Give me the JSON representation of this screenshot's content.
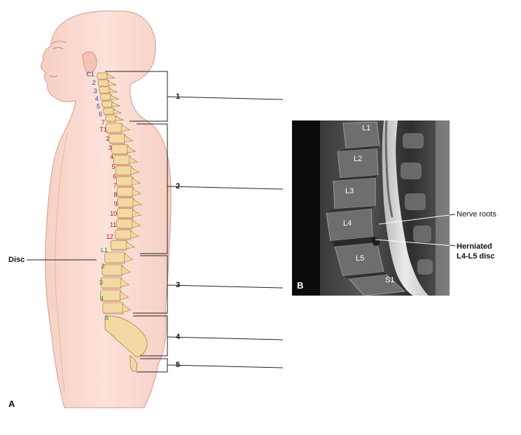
{
  "panel_a": {
    "panel_letter": "A",
    "disc_label": "Disc",
    "cervical_labels": [
      "C1",
      "2",
      "3",
      "4",
      "5",
      "6",
      "7"
    ],
    "thoracic_labels": [
      "T1",
      "2",
      "3",
      "4",
      "5",
      "6",
      "7",
      "8",
      "9",
      "10",
      "11",
      "12"
    ],
    "lumbar_labels": [
      "L1",
      "2",
      "3",
      "4",
      "5"
    ],
    "region_numbers": [
      "1",
      "2",
      "3",
      "4",
      "5"
    ],
    "colors": {
      "skin": "#f9d9cf",
      "skin_outline": "#d9a89a",
      "bone": "#f3d9a4",
      "bone_outline": "#b38a4a",
      "disc": "#e7a59c",
      "cervical_text": "#3c3c9c",
      "thoracic_text": "#b01c1c",
      "lumbar_text": "#1f8a3a"
    }
  },
  "panel_b": {
    "panel_letter": "B",
    "vertebra_labels": [
      "L1",
      "L2",
      "L3",
      "L4",
      "L5",
      "S1"
    ],
    "annotation_nerve_roots": "Nerve roots",
    "annotation_herniated_line1": "Herniated",
    "annotation_herniated_line2": "L4-L5 disc"
  }
}
